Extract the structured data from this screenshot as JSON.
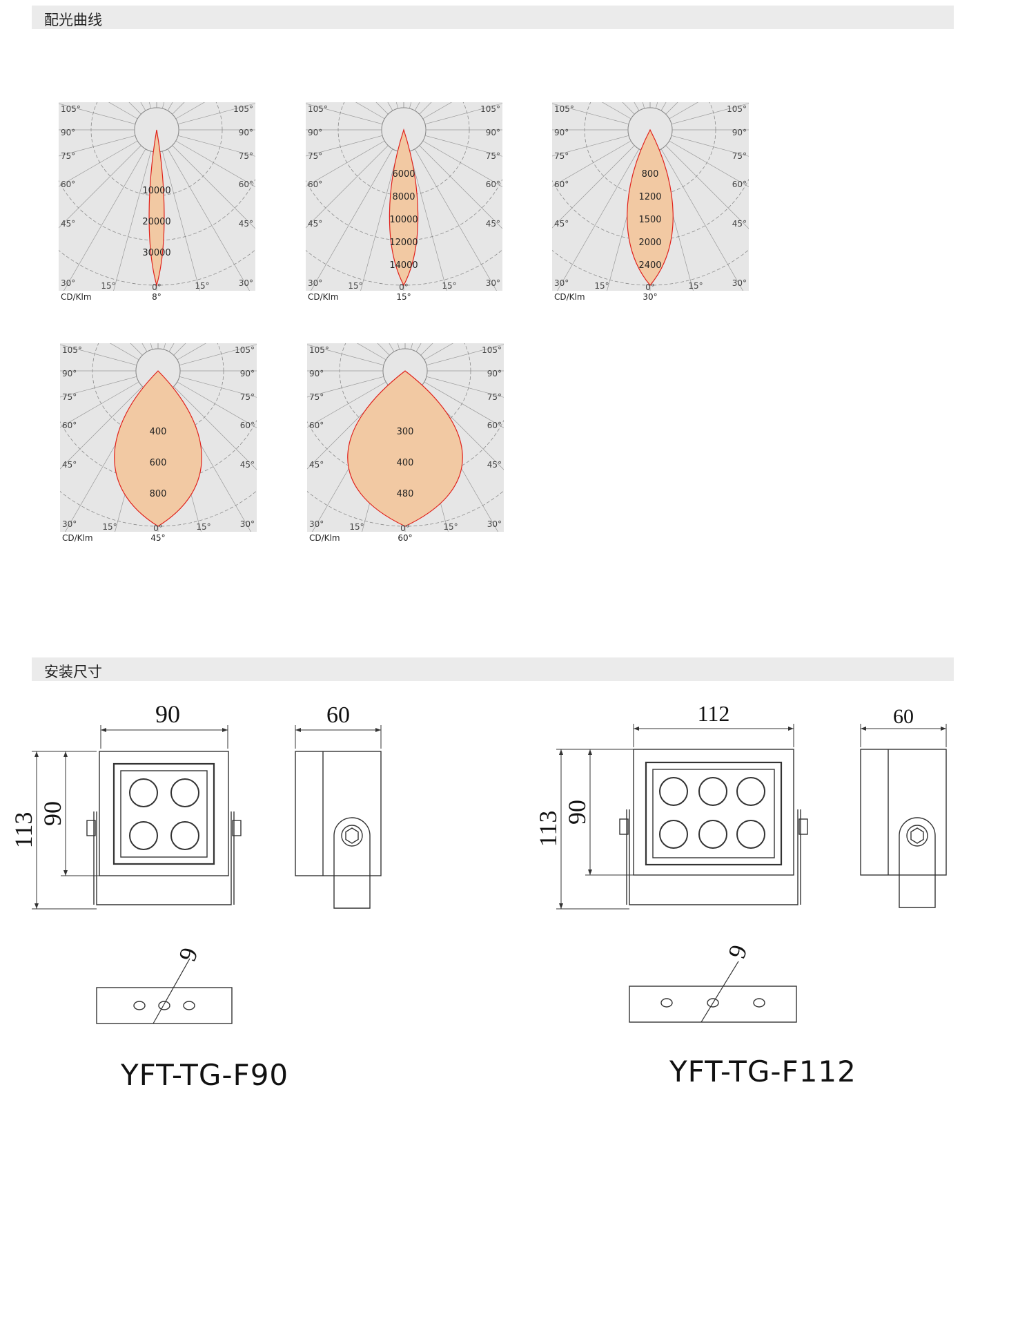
{
  "sections": {
    "light_distribution": "配光曲线",
    "installation_size": "安装尺寸"
  },
  "polar_common": {
    "angles": [
      "105°",
      "90°",
      "75°",
      "60°",
      "45°",
      "30°",
      "15°",
      "0°"
    ],
    "unit": "CD/Klm",
    "color_fill": "#f2c9a3",
    "color_curve": "#e0201b",
    "color_bg": "#e6e6e6"
  },
  "polar_charts": [
    {
      "beam": "8°",
      "radial_labels": [
        "10000",
        "20000",
        "30000"
      ],
      "beam_half_angle": 4
    },
    {
      "beam": "15°",
      "radial_labels": [
        "6000",
        "8000",
        "10000",
        "12000",
        "14000"
      ],
      "beam_half_angle": 7.5
    },
    {
      "beam": "30°",
      "radial_labels": [
        "800",
        "1200",
        "1500",
        "2000",
        "2400"
      ],
      "beam_half_angle": 12
    },
    {
      "beam": "45°",
      "radial_labels": [
        "400",
        "600",
        "800"
      ],
      "beam_half_angle": 22
    },
    {
      "beam": "60°",
      "radial_labels": [
        "300",
        "400",
        "480"
      ],
      "beam_half_angle": 28
    }
  ],
  "drawings": [
    {
      "model": "YFT-TG-F90",
      "width": "90",
      "height_outer": "113",
      "height_inner": "90",
      "depth": "60",
      "hole": "6"
    },
    {
      "model": "YFT-TG-F112",
      "width": "112",
      "height_outer": "113",
      "height_inner": "90",
      "depth": "60",
      "hole": "6"
    }
  ]
}
